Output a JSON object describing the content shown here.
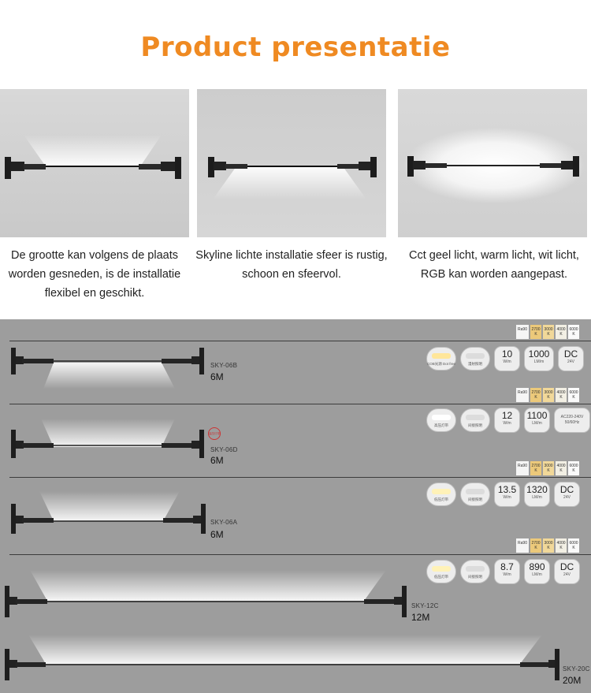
{
  "page": {
    "title": "Product presentatie"
  },
  "panels": [
    {
      "caption": "De grootte kan volgens de plaats worden gesneden, is de installatie flexibel en geschikt."
    },
    {
      "caption": "Skyline lichte installatie sfeer is rustig, schoon en sfeervol."
    },
    {
      "caption": "Cct geel licht, warm licht, wit licht, RGB kan worden aangepast."
    }
  ],
  "color_temps": {
    "ra_label": "Ra90",
    "temps": [
      "2700 K",
      "3000 K",
      "4000 K",
      "6000 K"
    ],
    "colors": [
      "#ecc97a",
      "#f1d899",
      "#f2efe4",
      "#fafafa"
    ]
  },
  "products": [
    {
      "model": "SKY-06B",
      "length": "6M",
      "pills": [
        {
          "label": "COB光源 Dot free",
          "strip": "#ffe69a"
        },
        {
          "label": "漫射照明",
          "strip": "#dcdcdc"
        }
      ],
      "specs": [
        {
          "value": "10",
          "unit": "W/m"
        },
        {
          "value": "1000",
          "unit": "LM/m"
        },
        {
          "value": "DC",
          "unit": "24V"
        }
      ]
    },
    {
      "model": "SKY-06D",
      "length": "6M",
      "stamp": "高压灯带",
      "pills": [
        {
          "label": "高压灯带",
          "strip": "#ffffff"
        },
        {
          "label": "间接照明",
          "strip": "#dcdcdc"
        }
      ],
      "specs": [
        {
          "value": "12",
          "unit": "W/m"
        },
        {
          "value": "1100",
          "unit": "LM/m"
        },
        {
          "value": "AC220-240V",
          "unit": "50/60Hz"
        }
      ]
    },
    {
      "model": "SKY-06A",
      "length": "6M",
      "pills": [
        {
          "label": "低压灯带",
          "strip": "#fff2b8"
        },
        {
          "label": "间接照明",
          "strip": "#dcdcdc"
        }
      ],
      "specs": [
        {
          "value": "13.5",
          "unit": "W/m"
        },
        {
          "value": "1320",
          "unit": "LM/m"
        },
        {
          "value": "DC",
          "unit": "24V"
        }
      ]
    },
    {
      "model": "SKY-12C",
      "length": "12M",
      "pills": [
        {
          "label": "低压灯带",
          "strip": "#fff2b8"
        },
        {
          "label": "间接照明",
          "strip": "#dcdcdc"
        }
      ],
      "specs": [
        {
          "value": "8.7",
          "unit": "W/m"
        },
        {
          "value": "890",
          "unit": "LM/m"
        },
        {
          "value": "DC",
          "unit": "24V"
        }
      ]
    },
    {
      "model": "SKY-20C",
      "length": "20M"
    }
  ]
}
